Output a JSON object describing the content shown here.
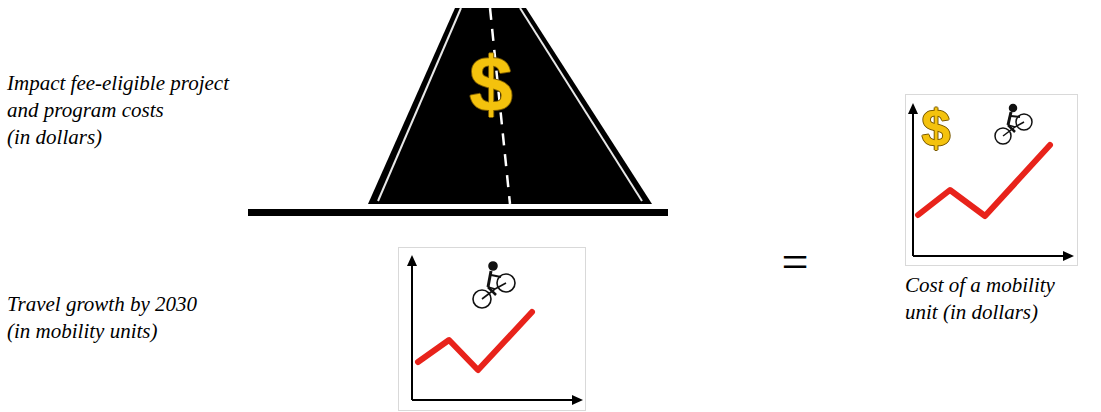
{
  "diagram": {
    "labels": [
      "Impact fee-eligible project and program costs (in dollars)",
      "$",
      "=",
      "Travel growth by 2030 (in mobility units)",
      "$",
      "Cost of a mobility unit (in dollars)"
    ]
  }
}
